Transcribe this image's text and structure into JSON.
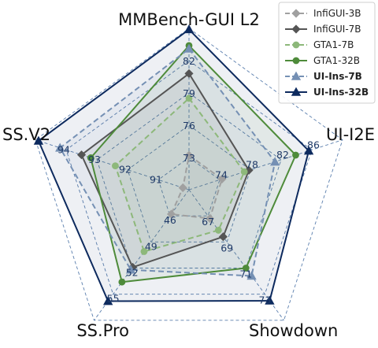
{
  "chart_data": {
    "type": "radar",
    "axes": [
      "MMBench-GUI L2",
      "UI-I2E",
      "Showdown",
      "SS.Pro",
      "SS.V2"
    ],
    "ticks": [
      [
        "73",
        "76",
        "79",
        "82"
      ],
      [
        "74",
        "78",
        "82",
        "86"
      ],
      [
        "67",
        "69",
        "71",
        "73"
      ],
      [
        "46",
        "49",
        "52",
        "55"
      ],
      [
        "91",
        "92",
        "93",
        "94"
      ]
    ],
    "series": [
      {
        "name": "InfiGUI-3B",
        "values": [
          73.2,
          74.3,
          67.2,
          45.8,
          90.2
        ],
        "color": "#a0a0a0",
        "dash": true,
        "marker": "diamond",
        "bold": false
      },
      {
        "name": "InfiGUI-7B",
        "values": [
          80.8,
          77.8,
          68.6,
          51.9,
          93.5
        ],
        "color": "#555555",
        "dash": false,
        "marker": "diamond",
        "bold": false
      },
      {
        "name": "GTA1-7B",
        "values": [
          78.5,
          77.2,
          68.1,
          50.1,
          92.4
        ],
        "color": "#8db87a",
        "dash": true,
        "marker": "circle",
        "bold": false
      },
      {
        "name": "GTA1-32B",
        "values": [
          83.4,
          83.9,
          71.0,
          53.6,
          93.2
        ],
        "color": "#4e8b3a",
        "dash": false,
        "marker": "circle",
        "bold": false
      },
      {
        "name": "UI-Ins-7B",
        "values": [
          83.1,
          81.2,
          71.6,
          52.2,
          94.2
        ],
        "color": "#7590b4",
        "dash": true,
        "marker": "triangle",
        "bold": true
      },
      {
        "name": "UI-Ins-32B",
        "values": [
          84.9,
          85.6,
          73.5,
          55.8,
          94.9
        ],
        "color": "#0d2a5e",
        "dash": false,
        "marker": "triangle",
        "bold": true
      }
    ],
    "legend_position": "top-right",
    "grid": true
  }
}
